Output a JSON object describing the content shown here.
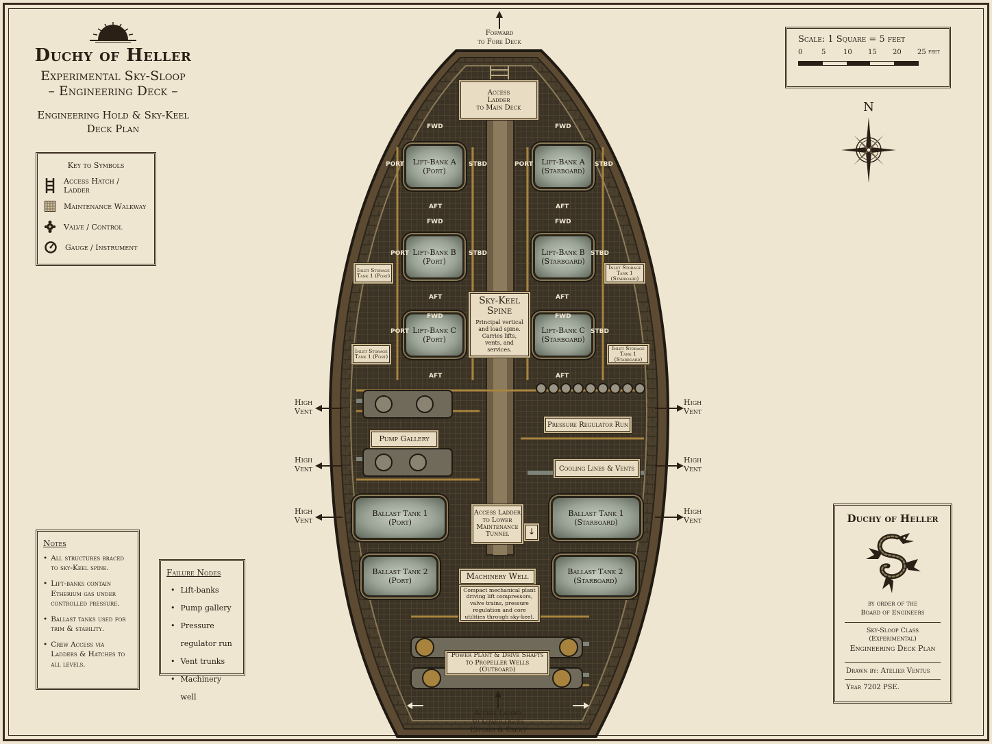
{
  "title": {
    "line1": "Duchy of Heller",
    "line2": "Experimental Sky-Sloop",
    "line3": "– Engineering Deck –",
    "line4a": "Engineering Hold & Sky-Keel",
    "line4b": "Deck Plan"
  },
  "key": {
    "title": "Key to Symbols",
    "items": [
      {
        "icon": "ladder-icon",
        "label": "Access Hatch / Ladder"
      },
      {
        "icon": "walkway-icon",
        "label": "Maintenance Walkway"
      },
      {
        "icon": "valve-icon",
        "label": "Valve / Control"
      },
      {
        "icon": "gauge-icon",
        "label": "Gauge / Instrument"
      }
    ]
  },
  "notes": {
    "title": "Notes",
    "items": [
      "All structures braced to sky-Keel spine.",
      "Lift-banks contain Etherium gas under controlled pressure.",
      "Ballast tanks used for trim & stability.",
      "Crew Access via Ladders & Hatches to all levels."
    ]
  },
  "failure_nodes": {
    "title": "Failure Nodes",
    "items": [
      "Lift-banks",
      "Pump gallery",
      "Pressure regulator run",
      "Vent trunks",
      "Machinery well"
    ]
  },
  "scale": {
    "title": "Scale: 1 Square = 5 feet",
    "ticks": [
      "0",
      "5",
      "10",
      "15",
      "20",
      "25"
    ],
    "unit": "feet"
  },
  "compass": {
    "north": "N"
  },
  "cartouche": {
    "title": "Duchy of Heller",
    "order1": "by order of the",
    "order2": "Board of Engineers",
    "class": "Sky-Sloop Class (Experimental)",
    "plan": "Engineering Deck Plan",
    "drawn": "Drawn by:  Atelier Ventus",
    "year": "Year 7202 PSE."
  },
  "ship": {
    "forward": {
      "line1": "Forward",
      "line2": "to Fore Deck"
    },
    "access_main": {
      "line1": "Access",
      "line2": "Ladder",
      "line3": "to Main Deck"
    },
    "lift_banks": [
      {
        "name": "Lift-Bank A",
        "side": "(Port)"
      },
      {
        "name": "Lift-Bank A",
        "side": "(Starboard)"
      },
      {
        "name": "Lift-Bank B",
        "side": "(Port)"
      },
      {
        "name": "Lift-Bank B",
        "side": "(Starboard)"
      },
      {
        "name": "Lift-Bank C",
        "side": "(Port)"
      },
      {
        "name": "Lift-Bank C",
        "side": "(Starboard)"
      }
    ],
    "dirs": {
      "fwd": "FWD",
      "aft": "AFT",
      "port": "PORT",
      "stbd": "STBD"
    },
    "spine": {
      "title1": "Sky-Keel",
      "title2": "Spine",
      "desc": "Principal vertical and load spine. Carries lifts, vents, and services."
    },
    "inlet_tanks": {
      "port_upper": {
        "line1": "Inlet Storage",
        "line2": "Tank 1 (Port)"
      },
      "stbd_upper": {
        "line1": "Inlet Storage",
        "line2": "Tank 1 (Starboard)"
      },
      "port_lower": {
        "line1": "Inlet Storage",
        "line2": "Tank 1 (Port)"
      },
      "stbd_lower": {
        "line1": "Inlet Storage",
        "line2": "Tank 1 (Starboard)"
      }
    },
    "high_vent": {
      "line1": "High",
      "line2": "Vent"
    },
    "pump_gallery": "Pump Gallery",
    "pressure_run": "Pressure Regulator Run",
    "cooling": "Cooling Lines & Vents",
    "ballast": [
      {
        "name": "Ballast Tank 1",
        "side": "(Port)"
      },
      {
        "name": "Ballast Tank 1",
        "side": "(Starboard)"
      },
      {
        "name": "Ballast Tank 2",
        "side": "(Port)"
      },
      {
        "name": "Ballast Tank 2",
        "side": "(Starboard)"
      }
    ],
    "access_lower": {
      "line1": "Access Ladder",
      "line2": "to Lower",
      "line3": "Maintenance",
      "line4": "Tunnel"
    },
    "machinery": {
      "title": "Machinery Well",
      "desc": "Compact mechanical plant driving lift compressors, valve trains, pressure regulation and core utilities through sky-keel."
    },
    "power": {
      "line1": "Power Plant & Drive Shafts",
      "line2": "to Propeller Wells (Outboard)"
    },
    "access_decks": {
      "line1": "Access Ladder",
      "line2": "to Lower Decks",
      "line3": "(Stores & Crew)"
    }
  }
}
